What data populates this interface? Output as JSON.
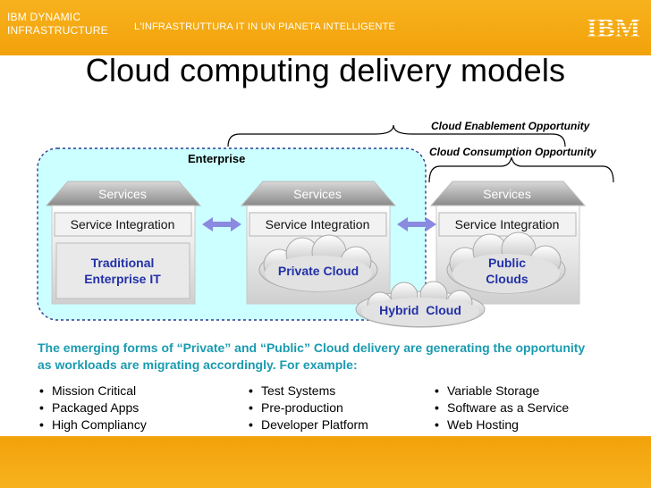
{
  "header": {
    "brand_line1": "IBM DYNAMIC",
    "brand_line2": "INFRASTRUCTURE",
    "tagline": "L'INFRASTRUTTURA IT IN UN PIANETA INTELLIGENTE",
    "logo_text": "IBM"
  },
  "title": "Cloud computing delivery models",
  "labels": {
    "cloud_enablement": "Cloud Enablement Opportunity",
    "cloud_consumption": "Cloud Consumption Opportunity",
    "enterprise": "Enterprise",
    "hybrid_cloud": "Hybrid  Cloud"
  },
  "columns": [
    {
      "services": "Services",
      "integration": "Service Integration",
      "main": "Traditional Enterprise IT"
    },
    {
      "services": "Services",
      "integration": "Service Integration",
      "main": "Private Cloud"
    },
    {
      "services": "Services",
      "integration": "Service Integration",
      "main": "Public Clouds"
    }
  ],
  "emerging_text": "The emerging forms of “Private” and “Public” Cloud delivery are generating the opportunity as workloads are migrating accordingly.  For example:",
  "bullets": [
    [
      "Mission Critical",
      "Packaged Apps",
      "High Compliancy"
    ],
    [
      "Test Systems",
      "Pre-production",
      "Developer Platform"
    ],
    [
      "Variable Storage",
      "Software as a Service",
      "Web Hosting"
    ]
  ],
  "colors": {
    "header": "#f2a20a",
    "enterprise_bg": "#ccffff",
    "accent_blue": "#2231a8",
    "teal_text": "#1a9bb0"
  }
}
